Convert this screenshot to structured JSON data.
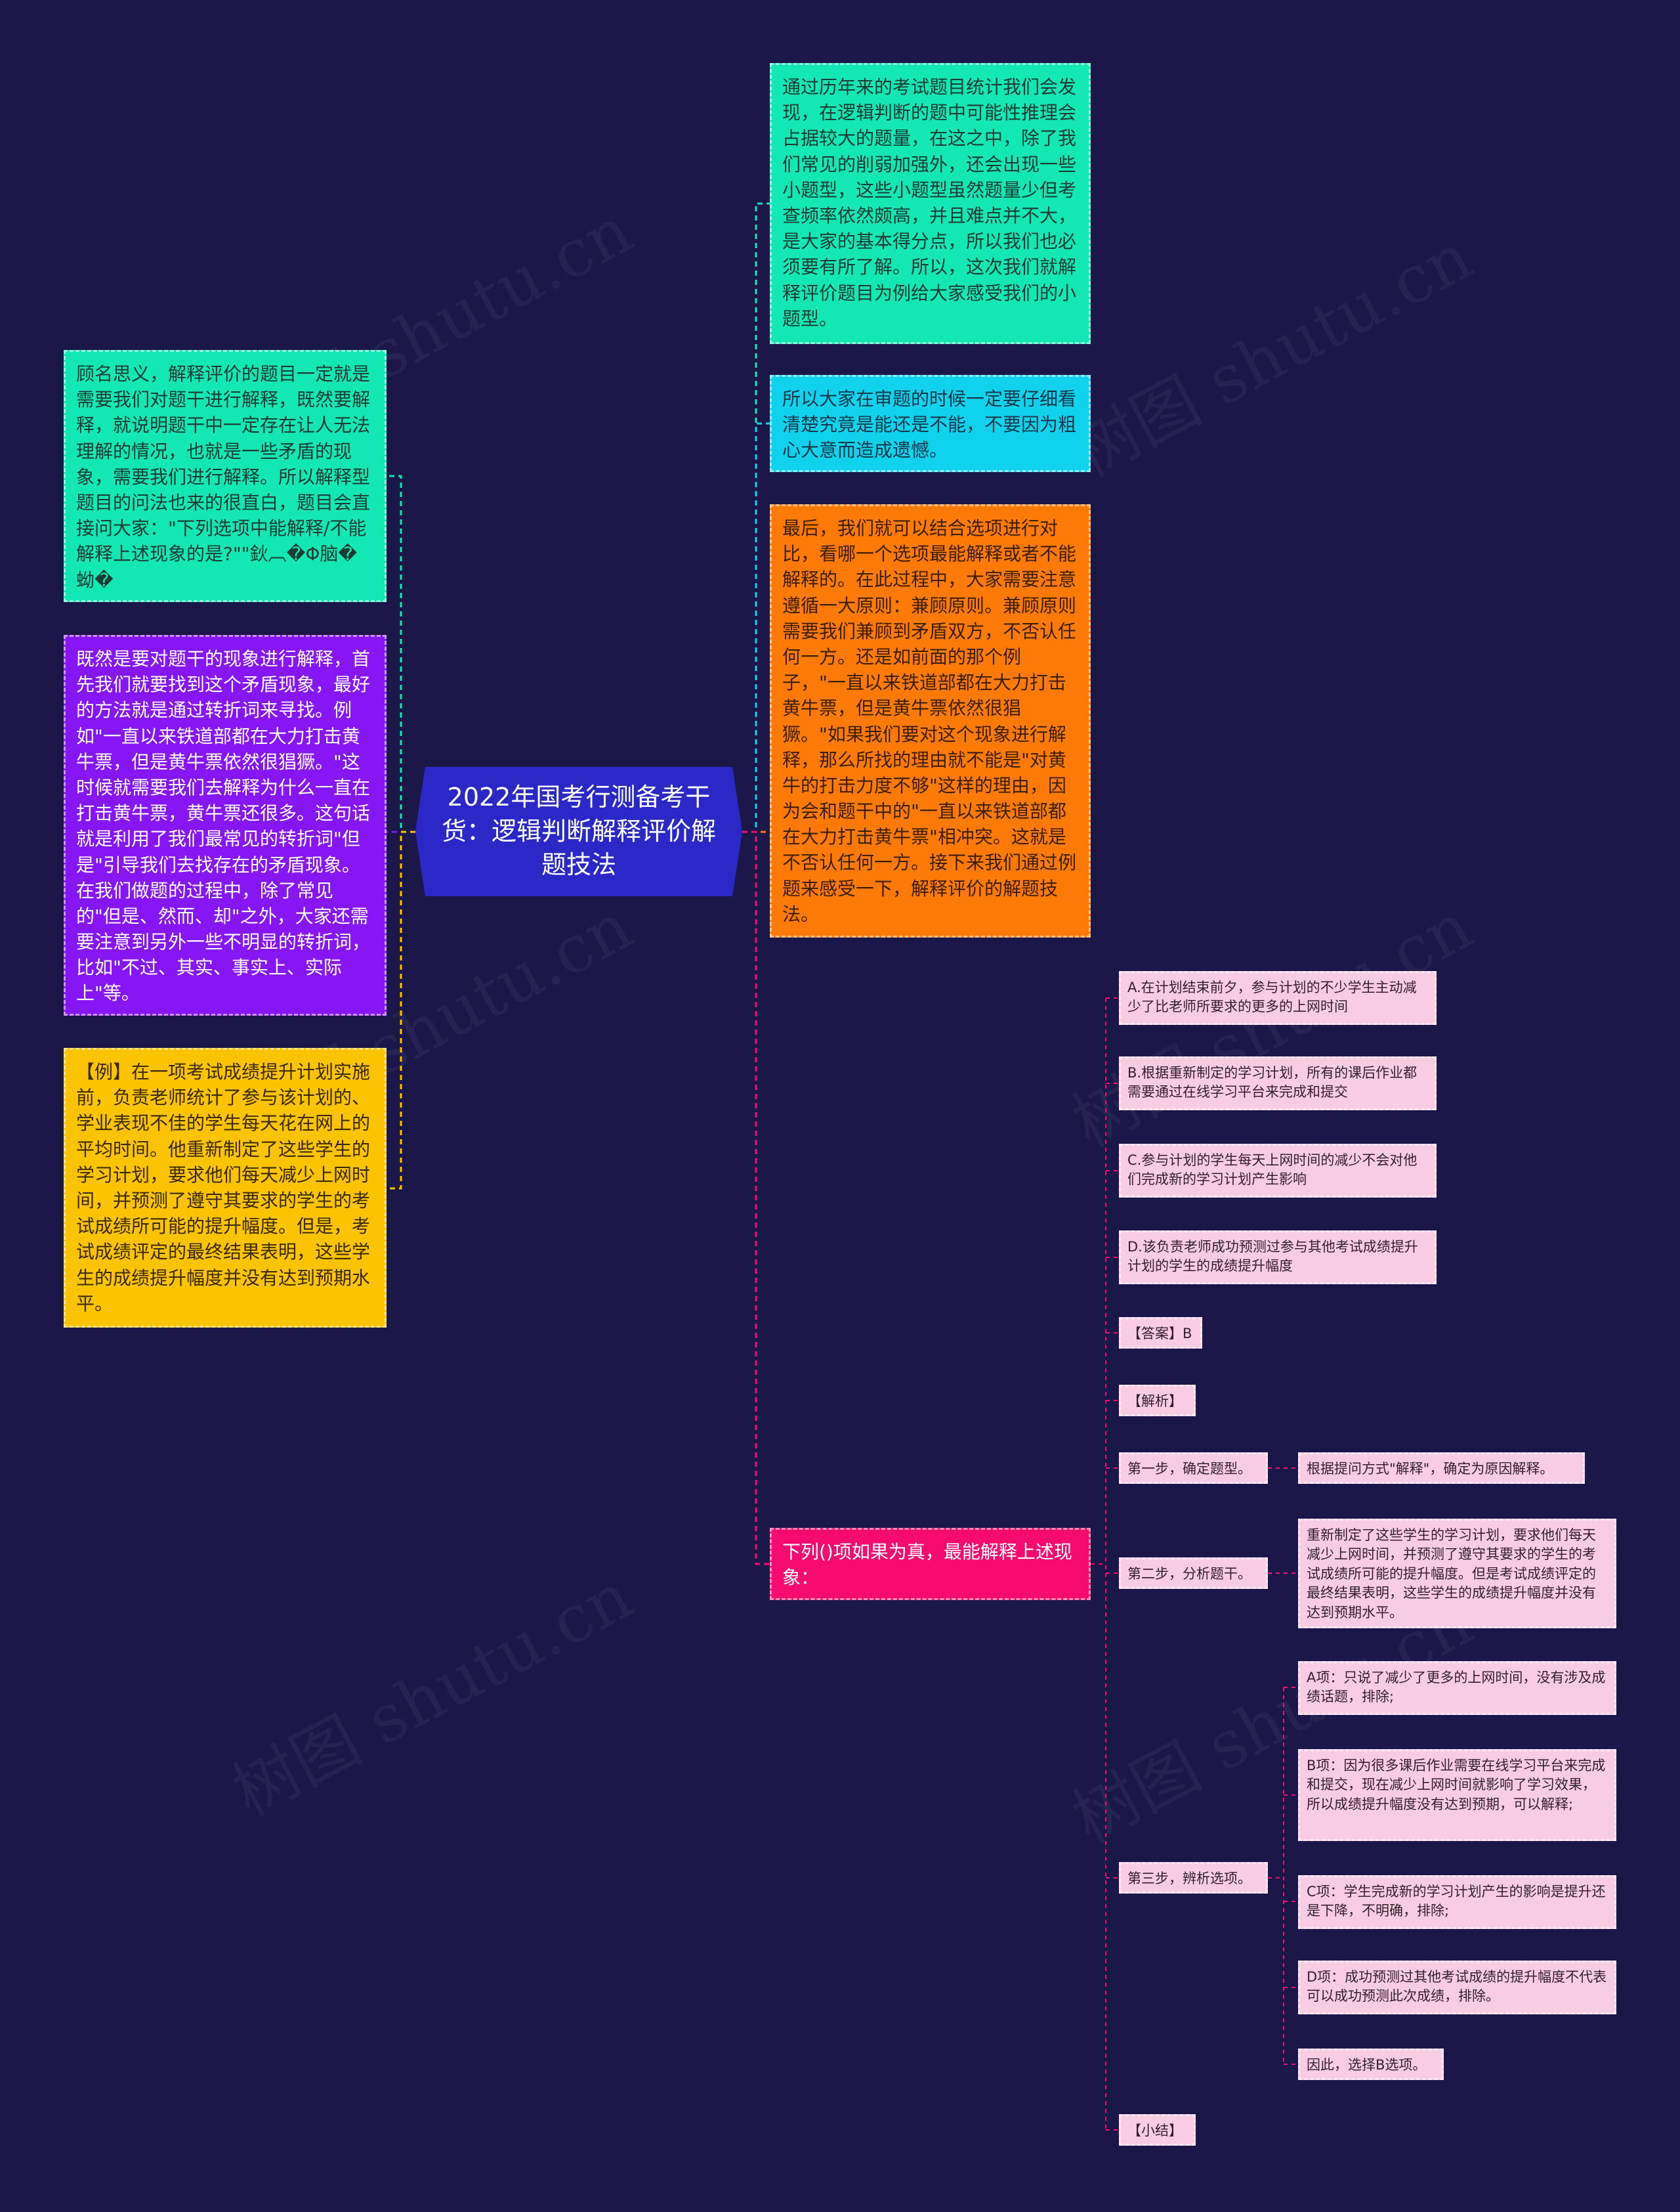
{
  "watermark": "树图 shutu.cn",
  "root": {
    "title": "2022年国考行测备考干货：逻辑判断解释评价解题技法"
  },
  "left_nodes": [
    {
      "text": "顾名思义，解释评价的题目一定就是需要我们对题干进行解释，既然要解释，就说明题干中一定存在让人无法理解的情况，也就是一些矛盾的现象，需要我们进行解释。所以解释型题目的问法也来的很直白，题目会直接问大家：\"下列选项中能解释/不能解释上述现象的是?\"\"鈥︹�Φ脑�蚴�"
    },
    {
      "text": "既然是要对题干的现象进行解释，首先我们就要找到这个矛盾现象，最好的方法就是通过转折词来寻找。例如\"一直以来铁道部都在大力打击黄牛票，但是黄牛票依然很猖獗。\"这时候就需要我们去解释为什么一直在打击黄牛票，黄牛票还很多。这句话就是利用了我们最常见的转折词\"但是\"引导我们去找存在的矛盾现象。在我们做题的过程中，除了常见的\"但是、然而、却\"之外，大家还需要注意到另外一些不明显的转折词，比如\"不过、其实、事实上、实际上\"等。"
    },
    {
      "text": "【例】在一项考试成绩提升计划实施前，负责老师统计了参与该计划的、学业表现不佳的学生每天花在网上的平均时间。他重新制定了这些学生的学习计划，要求他们每天减少上网时间，并预测了遵守其要求的学生的考试成绩所可能的提升幅度。但是，考试成绩评定的最终结果表明，这些学生的成绩提升幅度并没有达到预期水平。"
    }
  ],
  "right_nodes": [
    {
      "text": "通过历年来的考试题目统计我们会发现，在逻辑判断的题中可能性推理会占据较大的题量，在这之中，除了我们常见的削弱加强外，还会出现一些小题型，这些小题型虽然题量少但考查频率依然颇高，并且难点并不大，是大家的基本得分点，所以我们也必须要有所了解。所以，这次我们就解释评价题目为例给大家感受我们的小题型。"
    },
    {
      "text": "所以大家在审题的时候一定要仔细看清楚究竟是能还是不能，不要因为粗心大意而造成遗憾。"
    },
    {
      "text": "最后，我们就可以结合选项进行对比，看哪一个选项最能解释或者不能解释的。在此过程中，大家需要注意遵循一大原则：兼顾原则。兼顾原则需要我们兼顾到矛盾双方，不否认任何一方。还是如前面的那个例子，\"一直以来铁道部都在大力打击黄牛票，但是黄牛票依然很猖獗。\"如果我们要对这个现象进行解释，那么所找的理由就不能是\"对黄牛的打击力度不够\"这样的理由，因为会和题干中的\"一直以来铁道部都在大力打击黄牛票\"相冲突。这就是不否认任何一方。接下来我们通过例题来感受一下，解释评价的解题技法。"
    },
    {
      "text": "下列()项如果为真，最能解释上述现象："
    }
  ],
  "question_children": {
    "option_a": "A.在计划结束前夕，参与计划的不少学生主动减少了比老师所要求的更多的上网时间",
    "option_b": "B.根据重新制定的学习计划，所有的课后作业都需要通过在线学习平台来完成和提交",
    "option_c": "C.参与计划的学生每天上网时间的减少不会对他们完成新的学习计划产生影响",
    "option_d": "D.该负责老师成功预测过参与其他考试成绩提升计划的学生的成绩提升幅度",
    "answer": "【答案】B",
    "analysis": "【解析】",
    "step1": {
      "label": "第一步，确定题型。",
      "detail": "根据提问方式\"解释\"，确定为原因解释。"
    },
    "step2": {
      "label": "第二步，分析题干。",
      "detail": "重新制定了这些学生的学习计划，要求他们每天减少上网时间，并预测了遵守其要求的学生的考试成绩所可能的提升幅度。但是考试成绩评定的最终结果表明，这些学生的成绩提升幅度并没有达到预期水平。"
    },
    "step3": {
      "label": "第三步，辨析选项。",
      "items": [
        "A项：只说了减少了更多的上网时间，没有涉及成绩话题，排除;",
        "B项：因为很多课后作业需要在线学习平台来完成和提交，现在减少上网时间就影响了学习效果，所以成绩提升幅度没有达到预期，可以解释;",
        "C项：学生完成新的学习计划产生的影响是提升还是下降，不明确，排除;",
        "D项：成功预测过其他考试成绩的提升幅度不代表可以成功预测此次成绩，排除。",
        "因此，选择B选项。"
      ]
    },
    "summary": "【小结】"
  }
}
